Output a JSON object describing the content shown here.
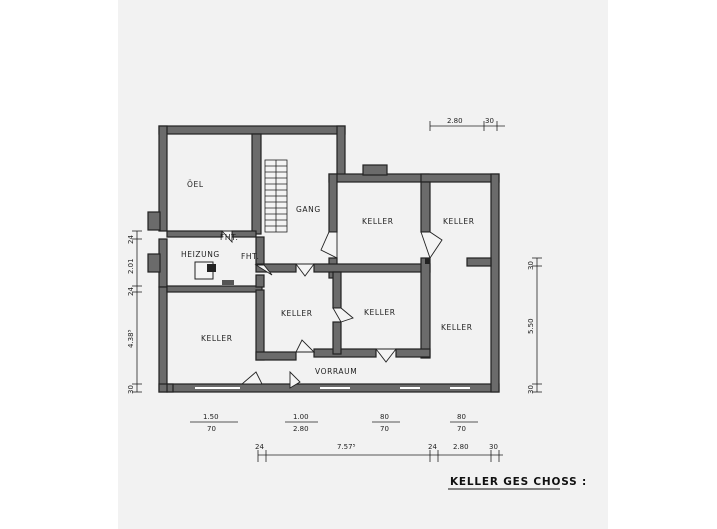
{
  "rooms": {
    "oel": "ÖEL",
    "gang": "GANG",
    "keller_top": "KELLER",
    "keller_right_top": "KELLER",
    "heizung": "HEIZUNG",
    "fht1": "FHT.",
    "fht2": "FHT.",
    "keller_mid_left": "KELLER",
    "keller_mid": "KELLER",
    "keller_right": "KELLER",
    "keller_bottom_left": "KELLER",
    "vorraum": "VORRAUM"
  },
  "dimensions": {
    "top_280": "2.80",
    "top_30": "30",
    "left_24a": "24",
    "left_201": "2.01",
    "left_24b": "24",
    "left_438": "4.38⁵",
    "left_30": "30",
    "right_30a": "30",
    "right_550": "5.50",
    "right_30b": "30",
    "open1_top": "1.50",
    "open1_bot": "70",
    "open2_top": "1.00",
    "open2_bot": "2.80",
    "open3_top": "80",
    "open3_bot": "70",
    "open4_top": "80",
    "open4_bot": "70",
    "bottom_24a": "24",
    "bottom_757": "7.57⁵",
    "bottom_24b": "24",
    "bottom_280": "2.80",
    "bottom_30": "30"
  },
  "title": "KELLER GES CHOSS :"
}
